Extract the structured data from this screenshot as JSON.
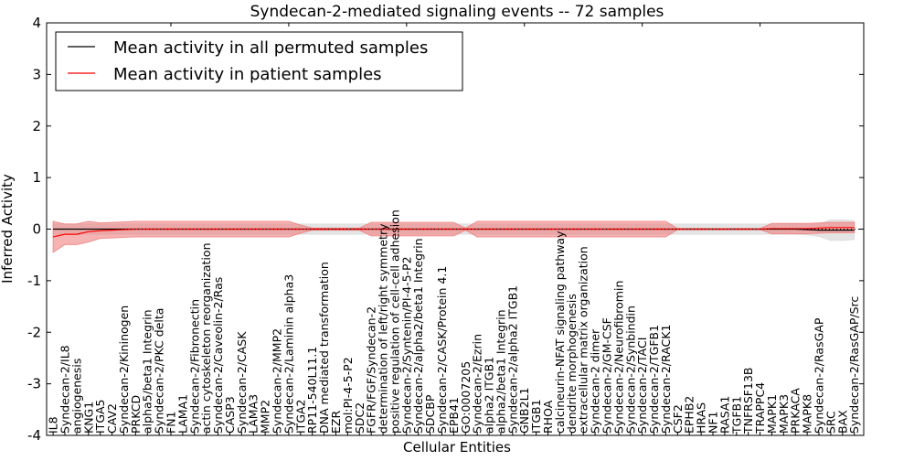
{
  "chart_data": {
    "type": "line",
    "title": "Syndecan-2-mediated signaling events -- 72 samples",
    "xlabel": "Cellular Entities",
    "ylabel": "Inferred Activity",
    "ylim": [
      -4,
      4
    ],
    "yticks": [
      "-4",
      "-3",
      "-2",
      "-1",
      "0",
      "1",
      "2",
      "3",
      "4"
    ],
    "grid": false,
    "legend_placement": "top-left",
    "categories": [
      "IL8",
      "Syndecan-2/IL8",
      "angiogenesis",
      "KNG1",
      "ITGA5",
      "CAV2",
      "Syndecan-2/Kininogen",
      "PRKCD",
      "alpha5/beta1 Integrin",
      "Syndecan-2/PKC delta",
      "FN1",
      "LAMA1",
      "Syndecan-2/Fibronectin",
      "actin cytoskeleton reorganization",
      "Syndecan-2/Caveolin-2/Ras",
      "CASP3",
      "Syndecan-2/CASK",
      "LAMA3",
      "MMP2",
      "Syndecan-2/MMP2",
      "Syndecan-2/Laminin alpha3",
      "ITGA2",
      "RP11-540L11.1",
      "DNA mediated transformation",
      "EZR",
      "mol:PI-4-5-P2",
      "SDC2",
      "FGFR/FGF/Syndecan-2",
      "determination of left/right symmetry",
      "positive regulation of cell-cell adhesion",
      "Syndecan-2/Syntenin/PI-4-5-P2",
      "Syndecan-2/alpha2/beta1 Integrin",
      "SDCBP",
      "Syndecan-2/CASK/Protein 4.1",
      "EPB41",
      "GO:0007205",
      "Syndecan-2/Ezrin",
      "alpha2 ITGB1",
      "alpha2/beta1 Integrin",
      "Syndecan-2/alpha2 ITGB1",
      "GNB2L1",
      "ITGB1",
      "RHOA",
      "calcineurin-NFAT signaling pathway",
      "dendrite morphogenesis",
      "extracellular matrix organization",
      "Syndecan-2 dimer",
      "Syndecan-2/GM-CSF",
      "Syndecan-2/Neurofibromin",
      "Syndecan-2/Synbindin",
      "Syndecan-2/TACI",
      "Syndecan-2/TGFB1",
      "Syndecan-2/RACK1",
      "CSF2",
      "EPHB2",
      "HRAS",
      "NF1",
      "RASA1",
      "TGFB1",
      "TNFRSF13B",
      "TRAPPC4",
      "MAPK1",
      "MAPK3",
      "PRKACA",
      "MAPK8",
      "Syndecan-2/RasGAP",
      "SRC",
      "BAX",
      "Syndecan-2/RasGAP/Src"
    ],
    "series": [
      {
        "name": "Mean activity in all permuted samples",
        "color": "#000000",
        "band_color": "#d9d9d9",
        "values": [
          0,
          0,
          0,
          0,
          0,
          0,
          0,
          0,
          0,
          0,
          0,
          0,
          0,
          0,
          0,
          0,
          0,
          0,
          0,
          0,
          0,
          0,
          0,
          0,
          0,
          0,
          0,
          0,
          0,
          0,
          0,
          0,
          0,
          0,
          0,
          0,
          0,
          0,
          0,
          0,
          0,
          0,
          0,
          0,
          0,
          0,
          0,
          0,
          0,
          0,
          0,
          0,
          0,
          0,
          0,
          0,
          0,
          0,
          0,
          0,
          0,
          0,
          0,
          0,
          -0.01,
          -0.02,
          -0.02,
          -0.02,
          -0.02
        ],
        "spread": [
          0.1,
          0.1,
          0.1,
          0.1,
          0.1,
          0.1,
          0.1,
          0.1,
          0.1,
          0.1,
          0.1,
          0.1,
          0.1,
          0.1,
          0.1,
          0.1,
          0.1,
          0.1,
          0.1,
          0.1,
          0.1,
          0.1,
          0.1,
          0.1,
          0.1,
          0.1,
          0.1,
          0.1,
          0.1,
          0.1,
          0.1,
          0.1,
          0.1,
          0.1,
          0.1,
          0.1,
          0.1,
          0.1,
          0.1,
          0.1,
          0.1,
          0.1,
          0.1,
          0.1,
          0.1,
          0.1,
          0.1,
          0.1,
          0.1,
          0.1,
          0.1,
          0.1,
          0.1,
          0.1,
          0.1,
          0.1,
          0.1,
          0.1,
          0.1,
          0.1,
          0.1,
          0.1,
          0.1,
          0.1,
          0.1,
          0.12,
          0.2,
          0.2,
          0.18
        ]
      },
      {
        "name": "Mean activity in patient samples",
        "color": "#ff0000",
        "band_color": "#f08080",
        "values": [
          -0.15,
          -0.1,
          -0.1,
          -0.05,
          -0.03,
          -0.02,
          -0.01,
          0,
          0,
          0,
          0,
          0,
          0,
          0,
          0,
          0,
          0,
          0,
          0,
          0,
          0,
          0,
          0,
          0,
          0,
          0,
          0,
          0,
          0,
          0,
          0,
          0,
          0,
          0,
          0,
          0,
          0,
          0,
          0,
          0,
          0,
          0,
          0,
          0,
          0,
          0,
          0,
          0,
          0,
          0,
          0,
          0,
          0,
          0,
          0,
          0,
          0,
          0,
          0,
          0,
          0,
          0.01,
          0.01,
          0.01,
          0.01,
          0.02,
          0.03,
          0.03,
          0.03
        ],
        "spread": [
          0.3,
          0.2,
          0.2,
          0.2,
          0.15,
          0.15,
          0.15,
          0.15,
          0.15,
          0.15,
          0.15,
          0.15,
          0.15,
          0.15,
          0.15,
          0.15,
          0.15,
          0.15,
          0.15,
          0.15,
          0.15,
          0.08,
          0.02,
          0.02,
          0.02,
          0.02,
          0.02,
          0.13,
          0.13,
          0.13,
          0.13,
          0.13,
          0.13,
          0.13,
          0.13,
          0.02,
          0.15,
          0.15,
          0.15,
          0.15,
          0.15,
          0.15,
          0.15,
          0.15,
          0.15,
          0.15,
          0.15,
          0.15,
          0.15,
          0.15,
          0.15,
          0.15,
          0.15,
          0.01,
          0.01,
          0.01,
          0.01,
          0.01,
          0.01,
          0.01,
          0.01,
          0.1,
          0.1,
          0.1,
          0.1,
          0.1,
          0.1,
          0.1,
          0.1
        ]
      }
    ]
  }
}
